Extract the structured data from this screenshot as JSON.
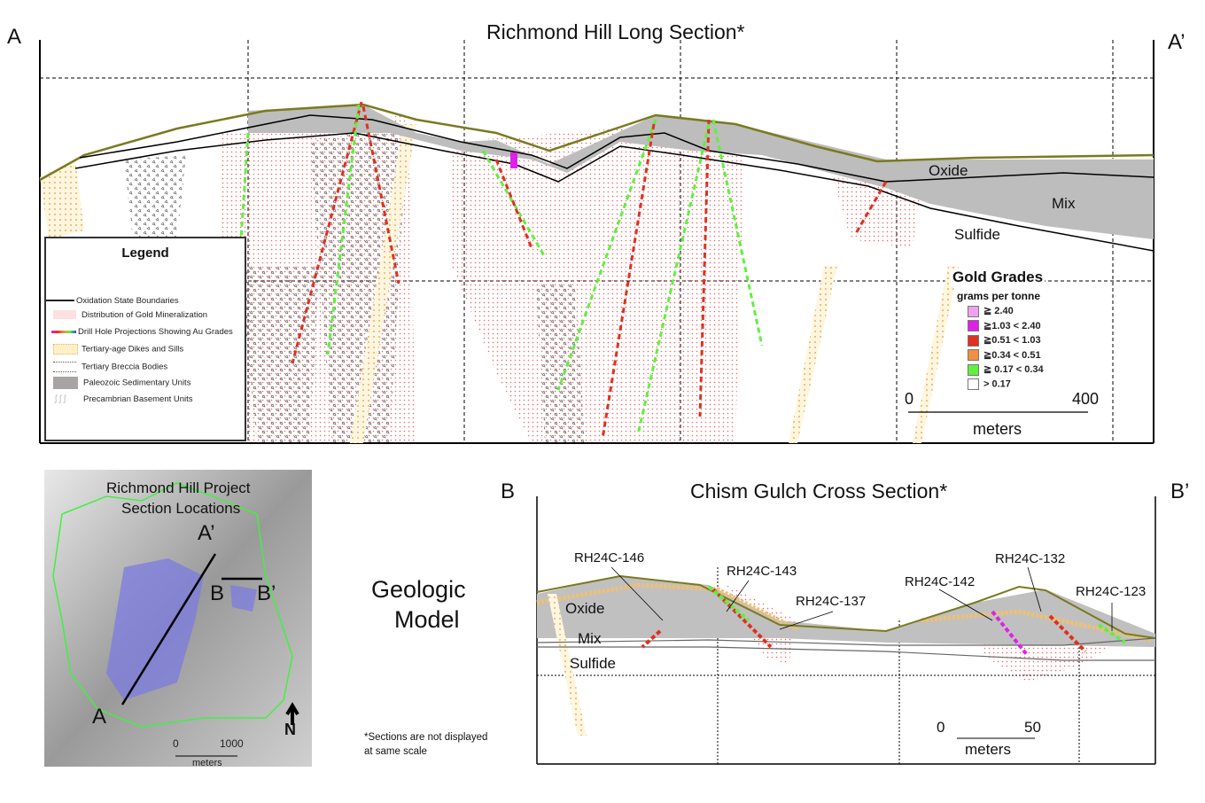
{
  "long_section": {
    "title": "Richmond Hill Long Section*",
    "start_label": "A",
    "end_label": "A’",
    "zone_labels": {
      "oxide": "Oxide",
      "mix": "Mix",
      "sulfide": "Sulfide"
    },
    "scale": {
      "start": "0",
      "end": "400",
      "unit": "meters"
    }
  },
  "legend": {
    "title": "Legend",
    "items": [
      {
        "label": "Oxidation State Boundaries",
        "icon": "line-swatch"
      },
      {
        "label": "Distribution of Gold Mineralization",
        "icon": "red-stipple-swatch"
      },
      {
        "label": "Drill Hole Projections Showing Au Grades",
        "icon": "multicolor-line-swatch"
      },
      {
        "label": "Tertiary-age Dikes and Sills",
        "icon": "yellow-stipple-swatch"
      },
      {
        "label": "Tertiary Breccia Bodies",
        "icon": "breccia-swatch"
      },
      {
        "label": "Paleozoic Sedimentary Units",
        "icon": "gray-swatch"
      },
      {
        "label": "Precambrian Basement Units",
        "icon": "squiggle-swatch"
      }
    ]
  },
  "gold_grades": {
    "title": "Gold Grades",
    "subtitle": "grams per tonne",
    "items": [
      {
        "label": "≧ 2.40",
        "color": "#f0a0f0"
      },
      {
        "label": "≧1.03  <  2.40",
        "color": "#e020e8"
      },
      {
        "label": "≧0.51  <  1.03",
        "color": "#e03020"
      },
      {
        "label": "≧0.34  <  0.51",
        "color": "#f09040"
      },
      {
        "label": "≧  0.17  < 0.34",
        "color": "#60f040"
      },
      {
        "label": ">  0.17",
        "color": "#ffffff"
      }
    ]
  },
  "location_map": {
    "title_line1": "Richmond Hill Project",
    "title_line2": "Section Locations",
    "labels": {
      "a": "A",
      "a_prime": "A’",
      "b": "B",
      "b_prime": "B’",
      "north": "N"
    },
    "scale": {
      "start": "0",
      "end": "1000",
      "unit": "meters"
    }
  },
  "center_caption": {
    "line1": "Geologic",
    "line2": "Model"
  },
  "footnote": {
    "line1": "*Sections are not displayed",
    "line2": "at same scale"
  },
  "cross_section": {
    "title": "Chism Gulch Cross Section*",
    "start_label": "B",
    "end_label": "B’",
    "zone_labels": {
      "oxide": "Oxide",
      "mix": "Mix",
      "sulfide": "Sulfide"
    },
    "drill_holes": [
      "RH24C-146",
      "RH24C-143",
      "RH24C-137",
      "RH24C-142",
      "RH24C-132",
      "RH24C-123"
    ],
    "scale": {
      "start": "0",
      "end": "50",
      "unit": "meters"
    }
  }
}
